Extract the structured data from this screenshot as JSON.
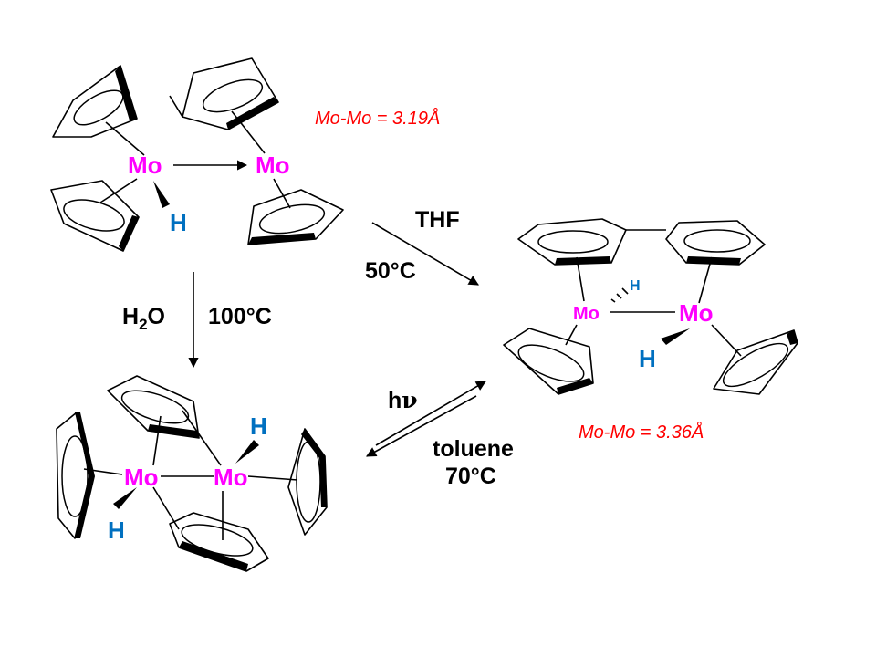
{
  "labels": {
    "mo": "Mo",
    "h": "H",
    "dist_top": "Mo-Mo = 3.19Å",
    "dist_right": "Mo-Mo = 3.36Å"
  },
  "conditions": {
    "thf": "THF",
    "temp_50": "50°C",
    "h2o_h": "H",
    "h2o_sub": "2",
    "h2o_o": "O",
    "temp_100": "100°C",
    "hv_h": "h",
    "hv_nu": "ν",
    "toluene": "toluene",
    "temp_70": "70°C"
  },
  "colors": {
    "molybdenum": "#ff00ff",
    "hydride": "#0070c0",
    "distance": "#ff0000"
  }
}
